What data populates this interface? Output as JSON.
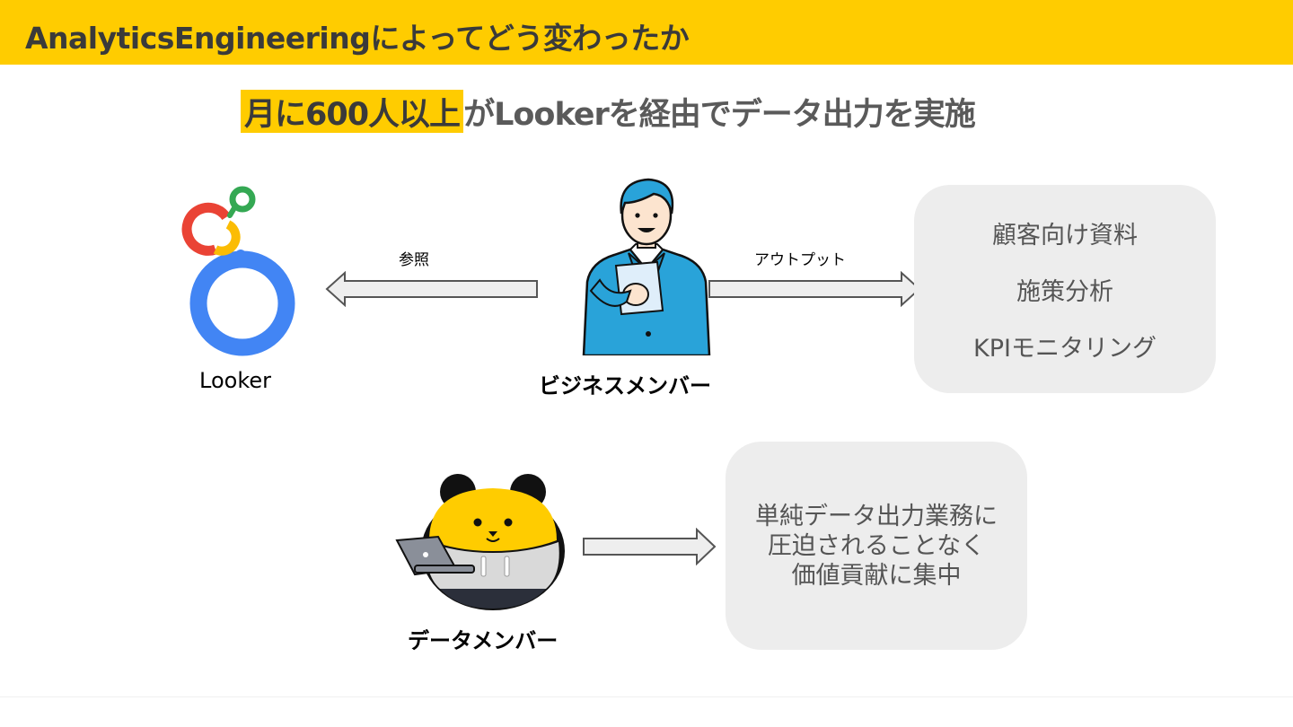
{
  "header": {
    "title": "AnalyticsEngineeringによってどう変わったか"
  },
  "headline": {
    "highlight": "月に600人以上",
    "rest": "がLookerを経由でデータ出力を実施"
  },
  "looker": {
    "caption": "Looker"
  },
  "reference_label": "参照",
  "output_label": "アウトプット",
  "business_member": {
    "caption": "ビジネスメンバー"
  },
  "business_outputs": [
    "顧客向け資料",
    "施策分析",
    "KPIモニタリング"
  ],
  "data_member": {
    "caption": "データメンバー"
  },
  "data_outcome": [
    "単純データ出力業務に",
    "圧迫されることなく",
    "価値貢献に集中"
  ],
  "colors": {
    "accent_yellow": "#ffcc00",
    "looker_blue": "#4285f4",
    "looker_red": "#ea4335",
    "looker_yellow": "#fbbc04",
    "looker_green": "#34a853",
    "suit_blue": "#29a3d9",
    "box_gray": "#ededed"
  }
}
